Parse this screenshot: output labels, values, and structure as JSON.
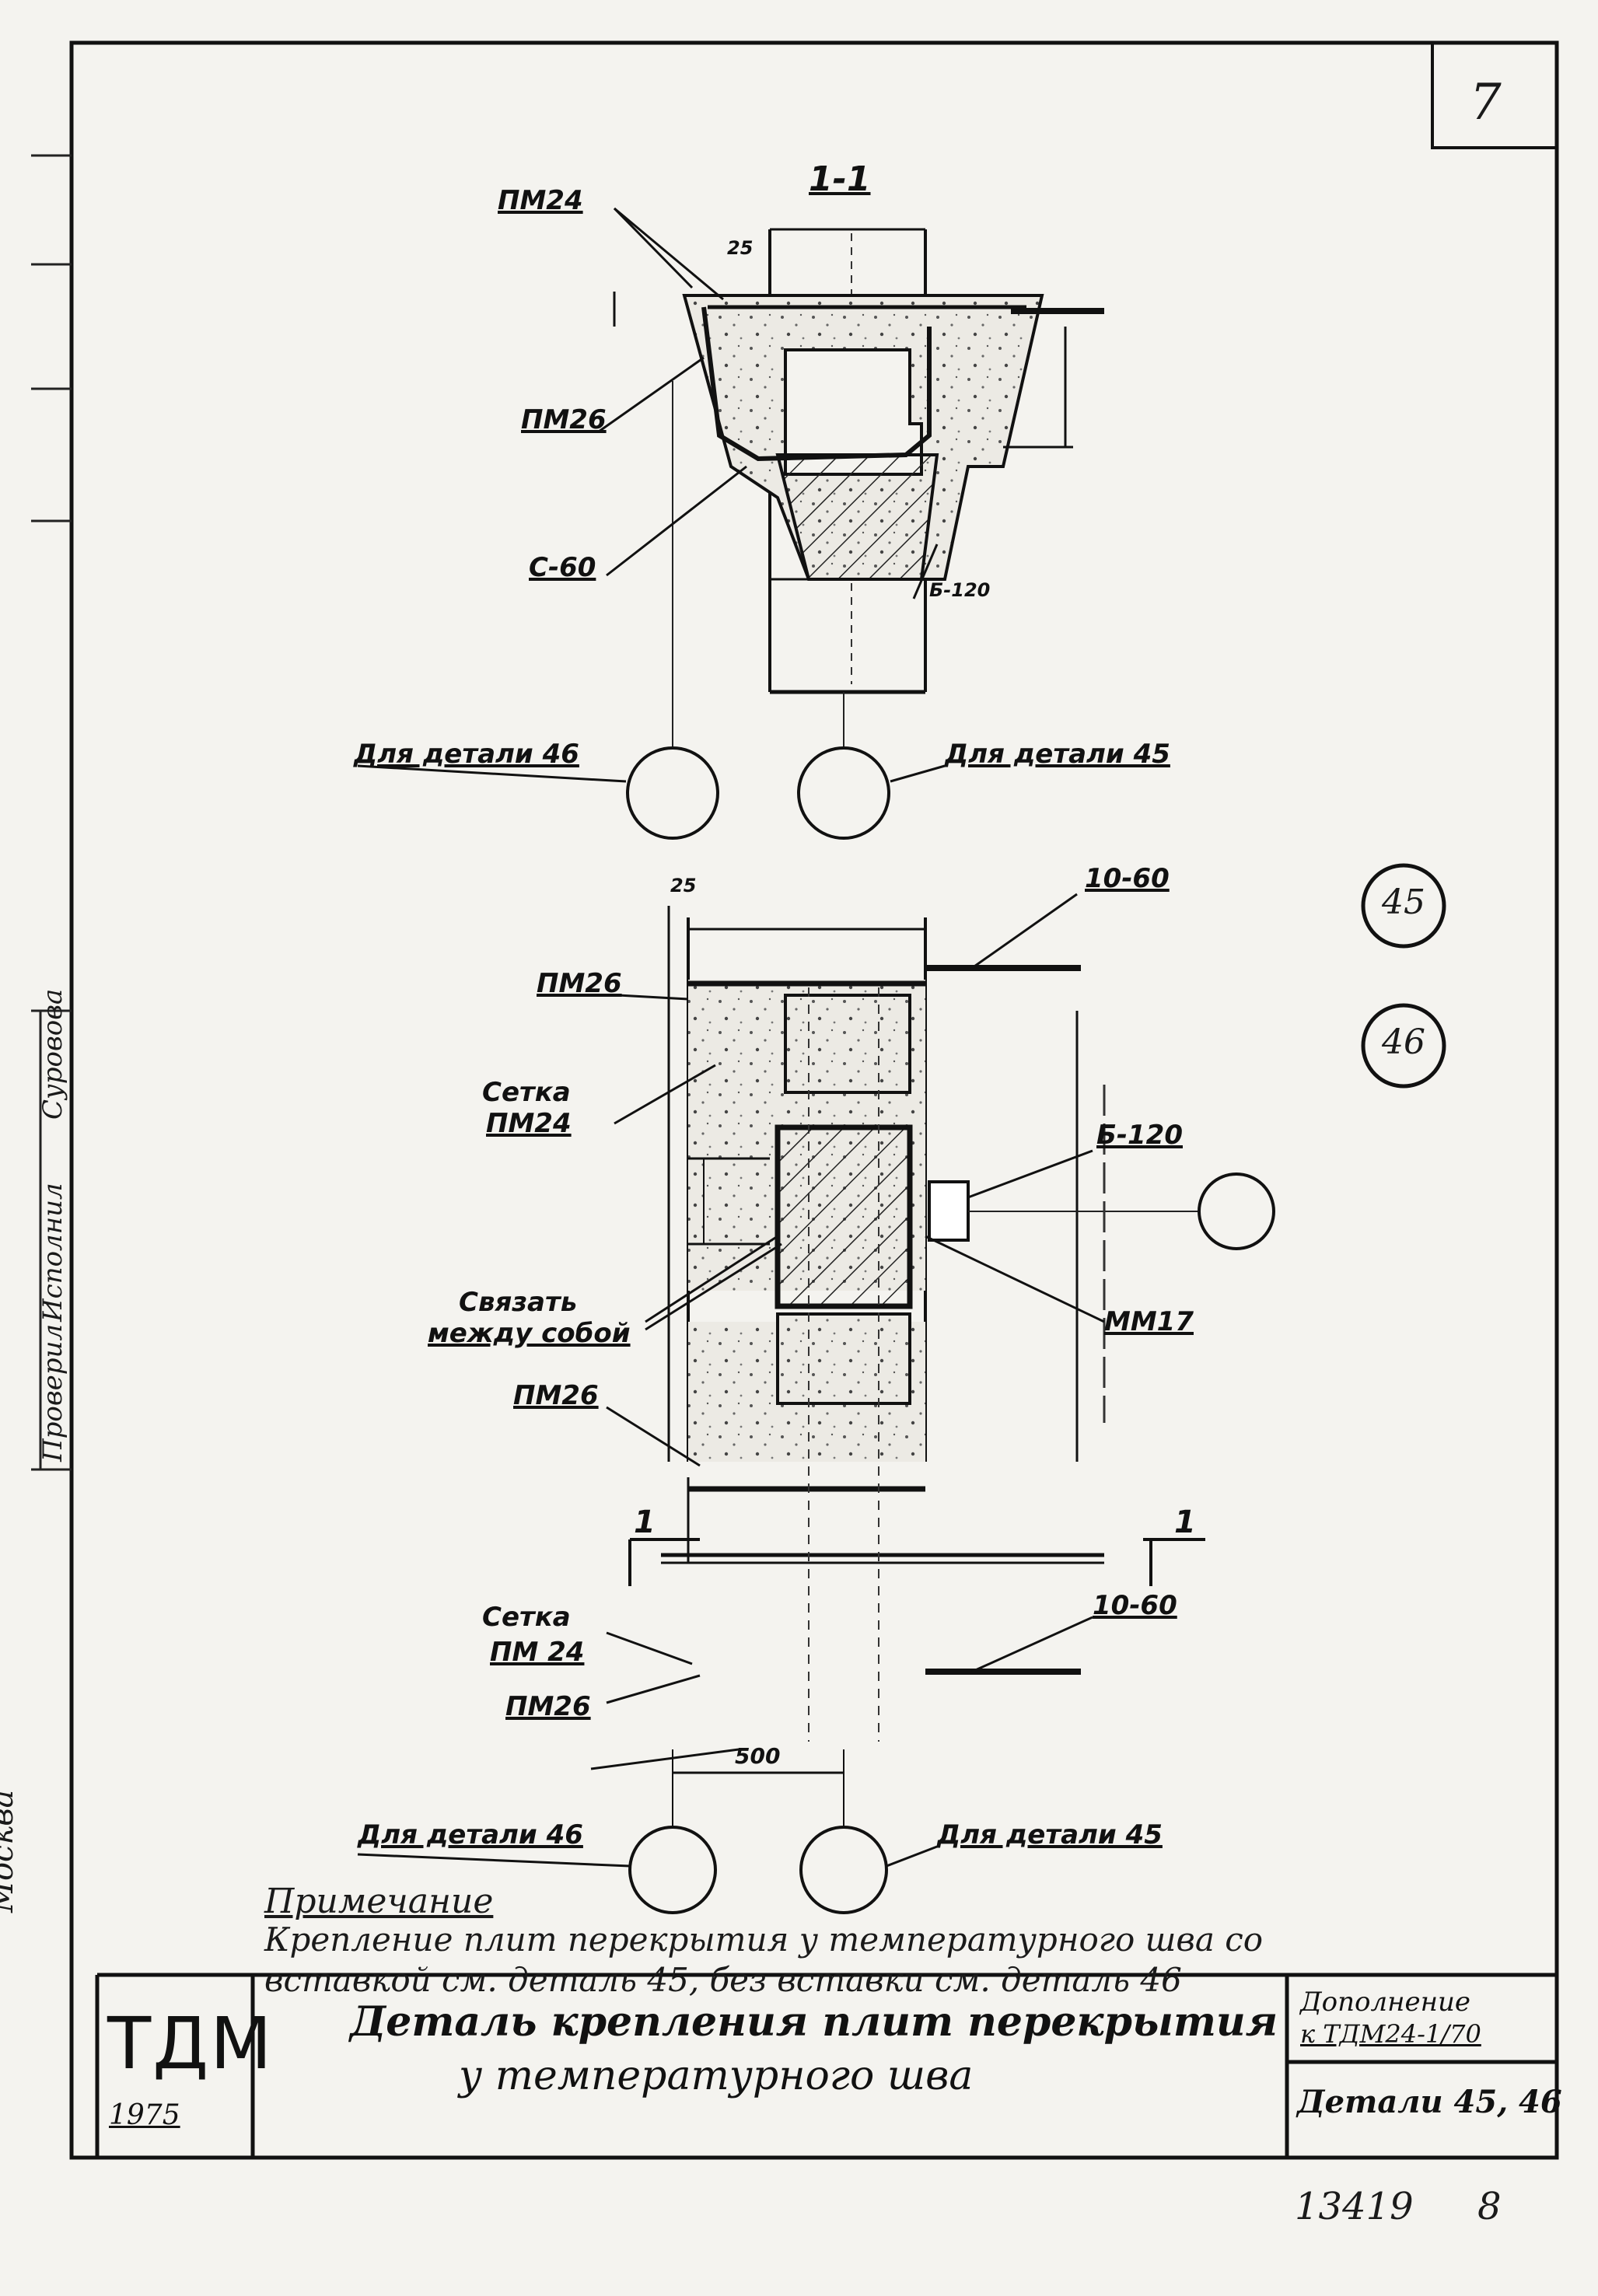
{
  "sheet": {
    "page_number": "7",
    "page_bottom": "13419",
    "page_bottom_right": "8",
    "left_margin_text": [
      "Москва",
      "Проверил",
      "Исполнил",
      "Суровова"
    ]
  },
  "section": {
    "title": "1-1",
    "labels": {
      "pm24": "ПМ24",
      "pm26": "ПМ26",
      "s60": "С-60",
      "dim25": "25",
      "dim120": "Б-120"
    },
    "bottom_left": "Для детали 46",
    "bottom_right": "Для детали 45"
  },
  "plan": {
    "labels": {
      "dim25": "25",
      "pm26_top": "ПМ26",
      "setka1": "Сетка",
      "setka1b": "ПМ24",
      "svyazat1": "Связать",
      "svyazat2": "между собой",
      "pm26_mid": "ПМ26",
      "section_mark_left": "1",
      "section_mark_right": "1",
      "setka2": "Сетка",
      "setka2b": "ПМ 24",
      "pm26_bot": "ПМ26",
      "r1060_top": "10-60",
      "b120": "Б-120",
      "mm17": "ММ17",
      "r1060_bot": "10-60",
      "dim500": "500"
    },
    "bottom_left": "Для детали 46",
    "bottom_right": "Для детали 45"
  },
  "detail_circles": [
    "45",
    "46"
  ],
  "note": {
    "heading": "Примечание",
    "line1": "Крепление плит перекрытия у температурного шва со",
    "line2": "вставкой см. деталь 45, без вставки см. деталь 46"
  },
  "title_block": {
    "logo": "ТДМ",
    "year": "1975",
    "title_line1": "Деталь крепления плит перекрытия",
    "title_line2": "у температурного шва",
    "supplement_line1": "Дополнение",
    "supplement_line2": "к ТДМ24-1/70",
    "details": "Детали 45, 46"
  }
}
